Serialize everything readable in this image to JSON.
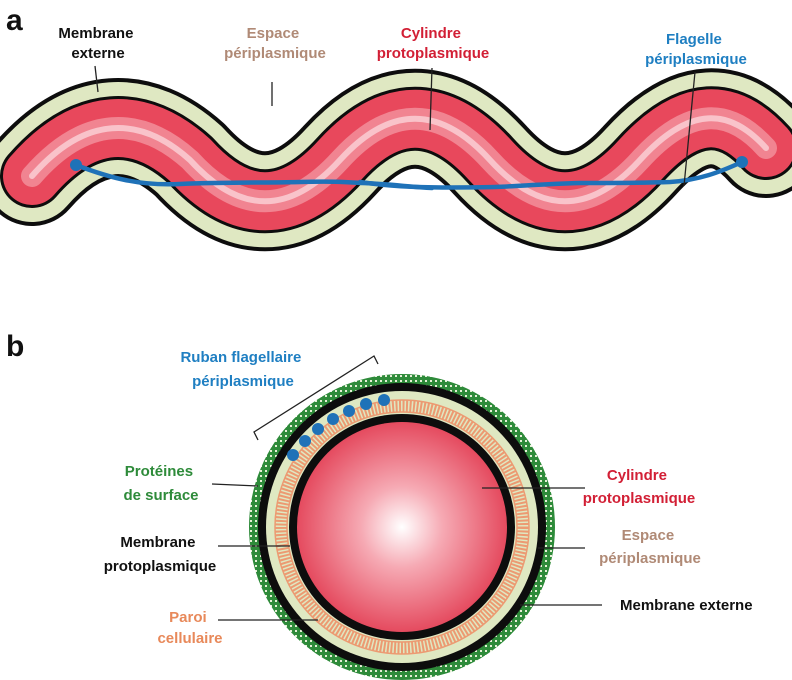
{
  "colors": {
    "membrane": "#0d0d0d",
    "periplasm": "#dfe8c2",
    "cylinder": "#e8485c",
    "cylinder_highlight": "#ffffff",
    "flagellum": "#1f72b8",
    "surface_proteins": "#2e8b3a",
    "cell_wall": "#ec9a72"
  },
  "panel_a": {
    "letter": "a",
    "labels": {
      "outer_membrane": [
        "Membrane",
        "externe"
      ],
      "periplasmic_space": [
        "Espace",
        "périplasmique"
      ],
      "protoplasmic_cylinder": [
        "Cylindre",
        "protoplasmique"
      ],
      "periplasmic_flagellum": [
        "Flagelle",
        "périplasmique"
      ]
    }
  },
  "panel_b": {
    "letter": "b",
    "labels": {
      "flagellar_ribbon": [
        "Ruban flagellaire",
        "périplasmique"
      ],
      "surface_proteins": [
        "Protéines",
        "de surface"
      ],
      "protoplasmic_membrane": [
        "Membrane",
        "protoplasmique"
      ],
      "cell_wall": [
        "Paroi",
        "cellulaire"
      ],
      "protoplasmic_cylinder": [
        "Cylindre",
        "protoplasmique"
      ],
      "periplasmic_space": [
        "Espace",
        "périplasmique"
      ],
      "outer_membrane": "Membrane externe"
    }
  }
}
